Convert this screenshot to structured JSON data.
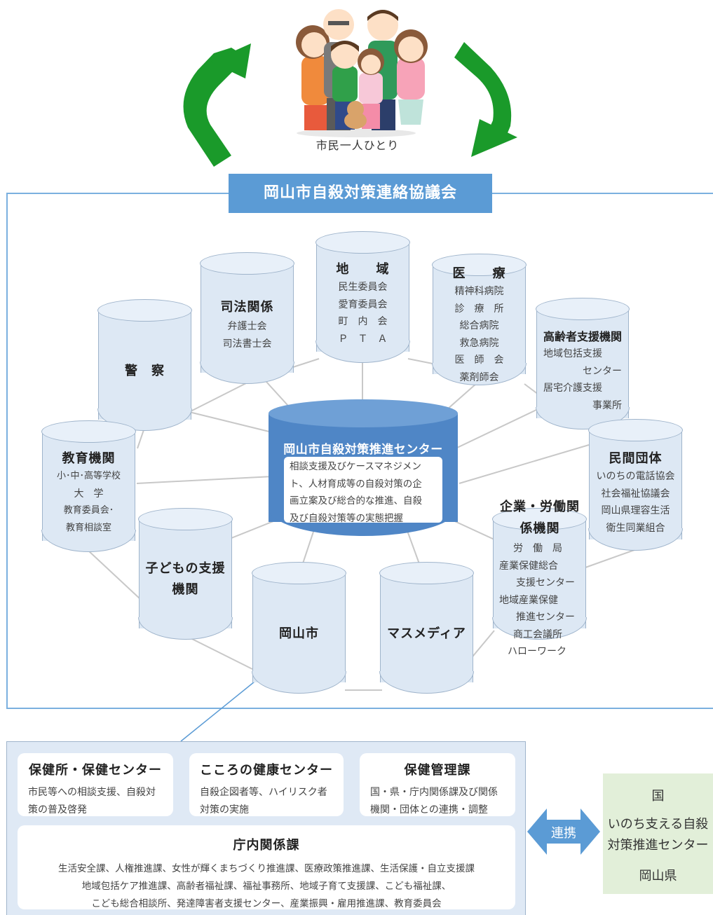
{
  "citizens_label": "市民一人ひとり",
  "council_title": "岡山市自殺対策連絡協議会",
  "center": {
    "title": "岡山市自殺対策推進センター",
    "lines": [
      "相談支援及びケースマネジメン",
      "ト、人材育成等の自殺対策の企",
      "画立案及び総合的な推進、自殺",
      "及び自殺対策等の実態把握"
    ]
  },
  "nodes": {
    "police": {
      "title": "警　察"
    },
    "judicial": {
      "title": "司法関係",
      "items": [
        "弁護士会",
        "司法書士会"
      ]
    },
    "community": {
      "title": "地　　域",
      "items": [
        "民生委員会",
        "愛育委員会",
        "町　内　会",
        "Ｐ　Ｔ　Ａ"
      ]
    },
    "medical": {
      "title": "医　　療",
      "items": [
        "精神科病院",
        "診　療　所",
        "総合病院",
        "救急病院",
        "医　師　会",
        "薬剤師会"
      ]
    },
    "elderly": {
      "title": "高齢者支援機関",
      "items": [
        "地域包括支援",
        "センター",
        "居宅介護支援",
        "事業所"
      ]
    },
    "education": {
      "title": "教育機関",
      "items": [
        "小･中･高等学校",
        "大　学",
        "教育委員会･",
        "教育相談室"
      ]
    },
    "private": {
      "title": "民間団体",
      "items": [
        "いのちの電話協会",
        "社会福祉協議会",
        "岡山県理容生活",
        "衛生同業組合"
      ]
    },
    "children": {
      "title_lines": [
        "子どもの支援",
        "機関"
      ]
    },
    "city": {
      "title": "岡山市"
    },
    "media": {
      "title": "マスメディア"
    },
    "labor": {
      "title_lines": [
        "企業・労働関",
        "係機関"
      ],
      "items": [
        "労　働　局",
        "産業保健総合",
        "支援センター",
        "地域産業保健",
        "推進センター",
        "商工会議所",
        "ハローワーク"
      ]
    }
  },
  "panel": {
    "boxes": [
      {
        "title": "保健所・保健センター",
        "lines": [
          "市民等への相談支援、自殺対",
          "策の普及啓発"
        ]
      },
      {
        "title": "こころの健康センター",
        "lines": [
          "自殺企図者等、ハイリスク者",
          "対策の実施"
        ]
      },
      {
        "title": "保健管理課",
        "lines": [
          "国・県・庁内関係課及び関係",
          "機関・団体との連携・調整"
        ]
      }
    ],
    "agencies": {
      "title": "庁内関係課",
      "lines": [
        "生活安全課、人権推進課、女性が輝くまちづくり推進課、医療政策推進課、生活保護・自立支援課",
        "地域包括ケア推進課、高齢者福祉課、福祉事務所、地域子育て支援課、こども福祉課、",
        "こども総合相談所、発達障害者支援センター、産業振興・雇用推進課、教育委員会"
      ]
    }
  },
  "link_label": "連携",
  "external": {
    "top": "国",
    "middle_lines": [
      "いのち支える自殺",
      "対策推進センター"
    ],
    "bottom": "岡山県"
  },
  "colors": {
    "council_header": "#5b9bd5",
    "center_cylinder": "#4f86c6",
    "cylinder_fill": "#dde8f4",
    "arrow_green": "#1a9a2a",
    "link_arrow": "#5b9bd5",
    "external_box": "#e2efd9"
  }
}
